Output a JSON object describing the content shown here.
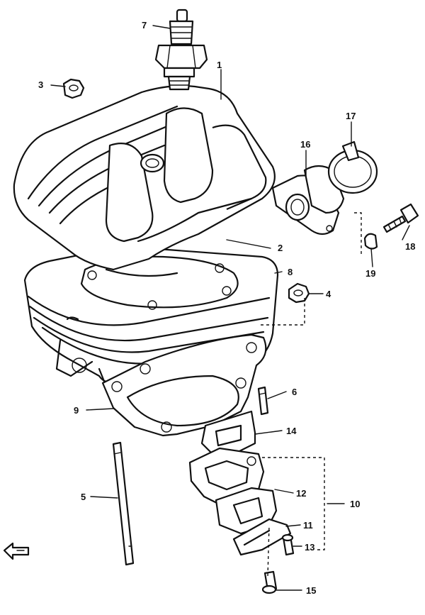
{
  "callouts": [
    {
      "id": "c1",
      "label": "1"
    },
    {
      "id": "c2",
      "label": "2"
    },
    {
      "id": "c3",
      "label": "3"
    },
    {
      "id": "c4",
      "label": "4"
    },
    {
      "id": "c5",
      "label": "5"
    },
    {
      "id": "c6",
      "label": "6"
    },
    {
      "id": "c7",
      "label": "7"
    },
    {
      "id": "c8",
      "label": "8"
    },
    {
      "id": "c9",
      "label": "9"
    },
    {
      "id": "c10",
      "label": "10"
    },
    {
      "id": "c11",
      "label": "11"
    },
    {
      "id": "c12",
      "label": "12"
    },
    {
      "id": "c13",
      "label": "13"
    },
    {
      "id": "c14",
      "label": "14"
    },
    {
      "id": "c15",
      "label": "15"
    },
    {
      "id": "c16",
      "label": "16"
    },
    {
      "id": "c17",
      "label": "17"
    },
    {
      "id": "c18",
      "label": "18"
    },
    {
      "id": "c19",
      "label": "19"
    }
  ],
  "orientation_arrow": {
    "icon": "front-direction-arrow-icon"
  }
}
